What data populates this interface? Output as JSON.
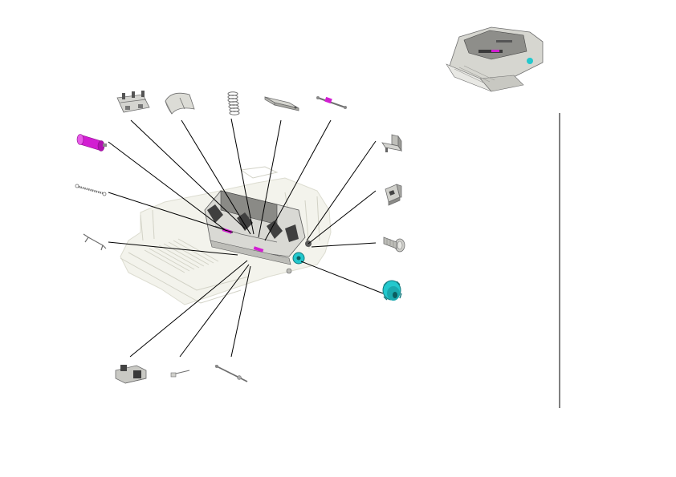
{
  "figure": {
    "kind": "exploded-parts-view",
    "colors": {
      "highlight_magenta": "#d21ed2",
      "highlight_cyan": "#23c8cd",
      "part_gray": "#c8c8c8",
      "part_dark": "#5a5a5a",
      "frame_faded": "#e6e6dc",
      "callout_line": "#000000"
    },
    "parts": [
      "roller-guide-part",
      "half-cylinder-cover-part",
      "coil-spring-part",
      "flat-plate-part",
      "shaft-with-magenta-collar-part",
      "magenta-roller-part",
      "bracket-part",
      "extension-spring-part",
      "connector-housing-part",
      "wire-lever-part",
      "screw-part",
      "cyan-gear-part",
      "sensor-block-part",
      "small-clip-part",
      "long-pin-part"
    ]
  }
}
